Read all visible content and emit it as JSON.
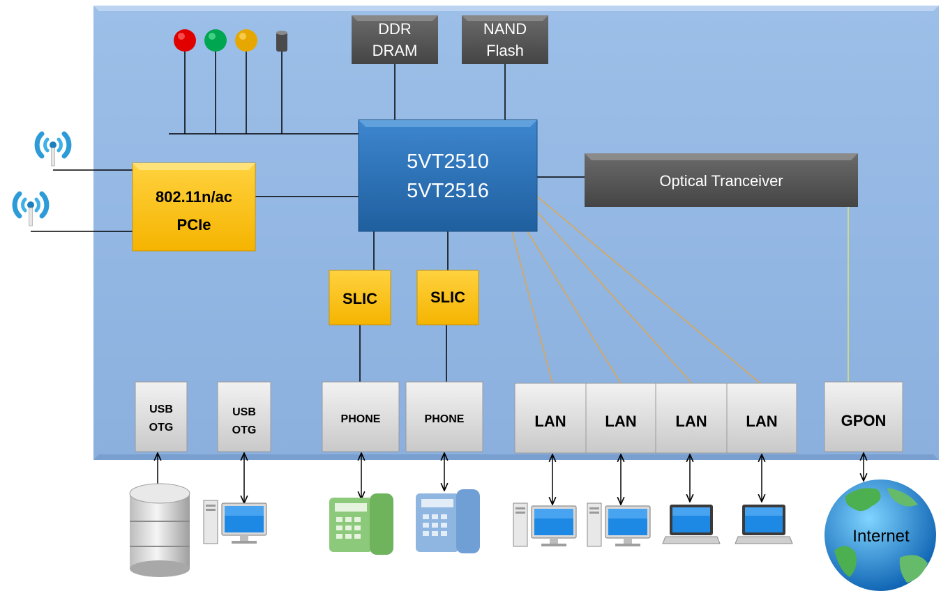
{
  "soc": {
    "line1": "5VT2510",
    "line2": "5VT2516"
  },
  "memory": {
    "ddr": {
      "line1": "DDR",
      "line2": "DRAM"
    },
    "nand": {
      "line1": "NAND",
      "line2": "Flash"
    }
  },
  "wifi": {
    "line1": "802.11n/ac",
    "line2": "PCIe"
  },
  "optical": {
    "label": "Optical Tranceiver"
  },
  "slic": [
    "SLIC",
    "SLIC"
  ],
  "ports": {
    "usb": [
      {
        "line1": "USB",
        "line2": "OTG"
      },
      {
        "line1": "USB",
        "line2": "OTG"
      }
    ],
    "phone": [
      "PHONE",
      "PHONE"
    ],
    "lan": [
      "LAN",
      "LAN",
      "LAN",
      "LAN"
    ],
    "gpon": "GPON"
  },
  "internet": {
    "label": "Internet"
  },
  "colors": {
    "board": "#8db3e2",
    "soc": "#2e75b6",
    "yellow": "#ffc000",
    "dark": "#595959",
    "port": "#d9d9d9",
    "led_red": "#e00000",
    "led_green": "#00a650",
    "led_yellow": "#e6a800",
    "lan_line": "#e8a33a",
    "gpon_line": "#e5e56b"
  },
  "icons": {
    "leds": [
      "led-red-icon",
      "led-green-icon",
      "led-yellow-icon",
      "button-icon"
    ],
    "antennas": [
      "wifi-antenna-icon",
      "wifi-antenna-icon"
    ],
    "devices": [
      "storage-icon",
      "desktop-pc-icon",
      "phone-green-icon",
      "phone-blue-icon",
      "desktop-pc-icon",
      "desktop-pc-icon",
      "laptop-icon",
      "laptop-icon",
      "globe-icon"
    ]
  }
}
